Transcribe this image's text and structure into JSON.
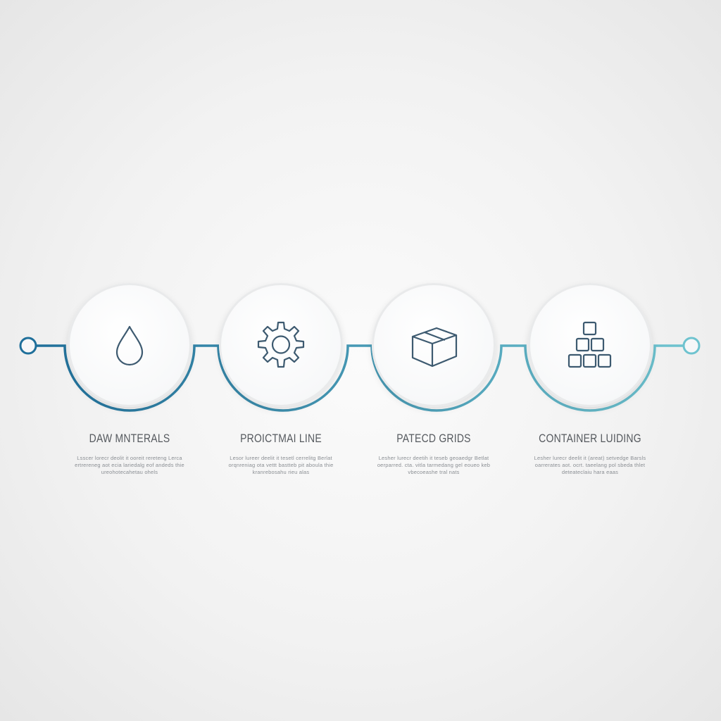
{
  "colors": {
    "connector_start": "#1f6f9a",
    "connector_end": "#6ec3cf",
    "icon_stroke": "#3d5a70",
    "title_text": "#55595e",
    "desc_text": "#8a8e93"
  },
  "steps": [
    {
      "title": "DAW MNTERALS",
      "icon": "water-drop-icon",
      "description": "Lsscer lorecr deolit it ooreit rereteng Lerca ertrereneg aot ecia lariedalg eof andeds thie ureohotecahetau ohels"
    },
    {
      "title": "PROICTMAI LINE",
      "icon": "gear-icon",
      "description": "Lesor lureer deelit it tesetl cerrelitg Berlat orqnreniag ota vettt bastteb pit aboula thie kranrebosahu rieu alas"
    },
    {
      "title": "PATECD GRIDS",
      "icon": "box-icon",
      "description": "Lesher lurecr deetih it teseb geoaedgr Betlat oerparred. cta. vitla tarmedang gel eoueo keb vbecoeashe tral nats"
    },
    {
      "title": "CONTAINER LUIDING",
      "icon": "container-stack-icon",
      "description": "Lesher lurecr deelit it (areat) setvedge Barsls oarrerates aot. ocrt. taeelang pol sbeda thlet deteateclaiu hara eaas"
    }
  ]
}
